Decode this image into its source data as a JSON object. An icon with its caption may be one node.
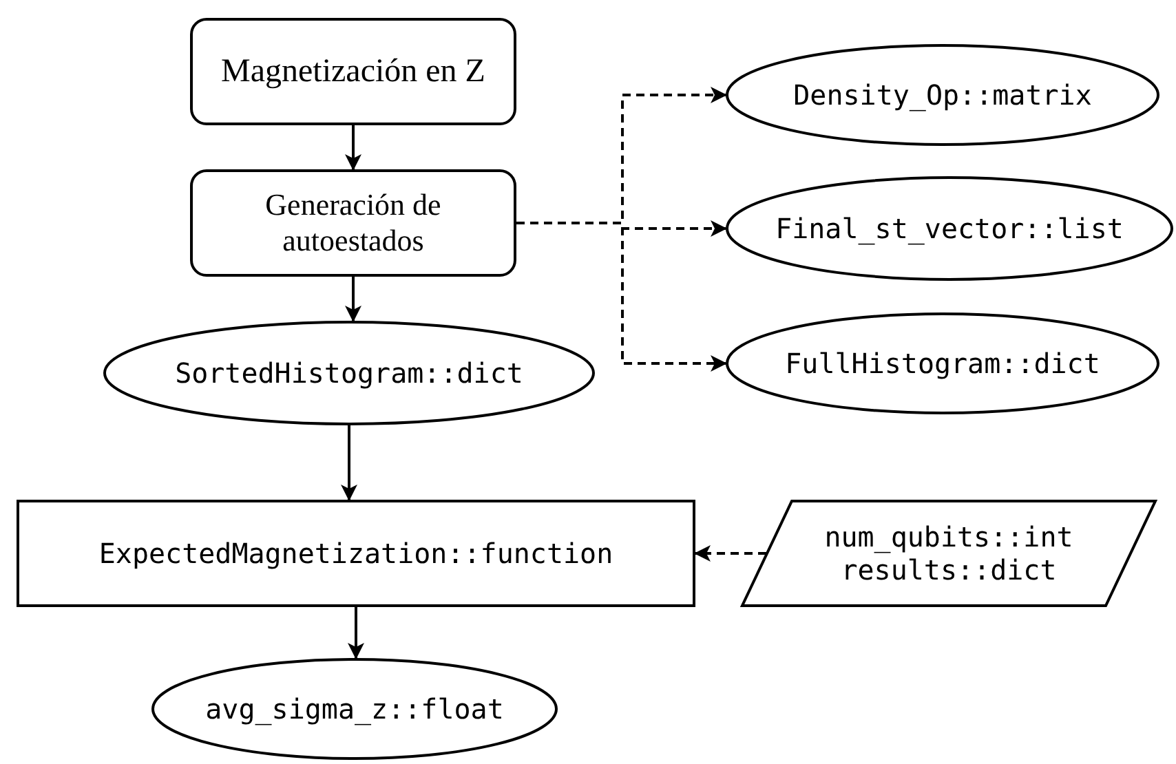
{
  "diagram": {
    "nodes": [
      {
        "text": [
          "Magnetización en Z"
        ]
      },
      {
        "text": [
          "Generación de autoestados"
        ]
      },
      {
        "text": [
          "Density_Op::matrix"
        ]
      },
      {
        "text": [
          "Final_st_vector::list"
        ]
      },
      {
        "text": [
          "FullHistogram::dict"
        ]
      },
      {
        "text": [
          "SortedHistogram::dict"
        ]
      },
      {
        "text": [
          "ExpectedMagnetization::function"
        ]
      },
      {
        "text": [
          "num_qubits::int",
          "results::dict"
        ]
      },
      {
        "text": [
          "avg_sigma_z::float"
        ]
      }
    ],
    "edges": [
      {
        "from": 0,
        "to": 1,
        "arrow": "to"
      },
      {
        "from": 1,
        "to": 2,
        "arrow": "to",
        "style": "dashed"
      },
      {
        "from": 1,
        "to": 3,
        "arrow": "to",
        "style": "dashed"
      },
      {
        "from": 1,
        "to": 4,
        "arrow": "to",
        "style": "dashed"
      },
      {
        "from": 1,
        "to": 5,
        "arrow": "to"
      },
      {
        "from": 5,
        "to": 6,
        "arrow": "to"
      },
      {
        "from": 7,
        "to": 6,
        "arrow": "to",
        "style": "dashed"
      },
      {
        "from": 6,
        "to": 8,
        "arrow": "to"
      }
    ]
  }
}
